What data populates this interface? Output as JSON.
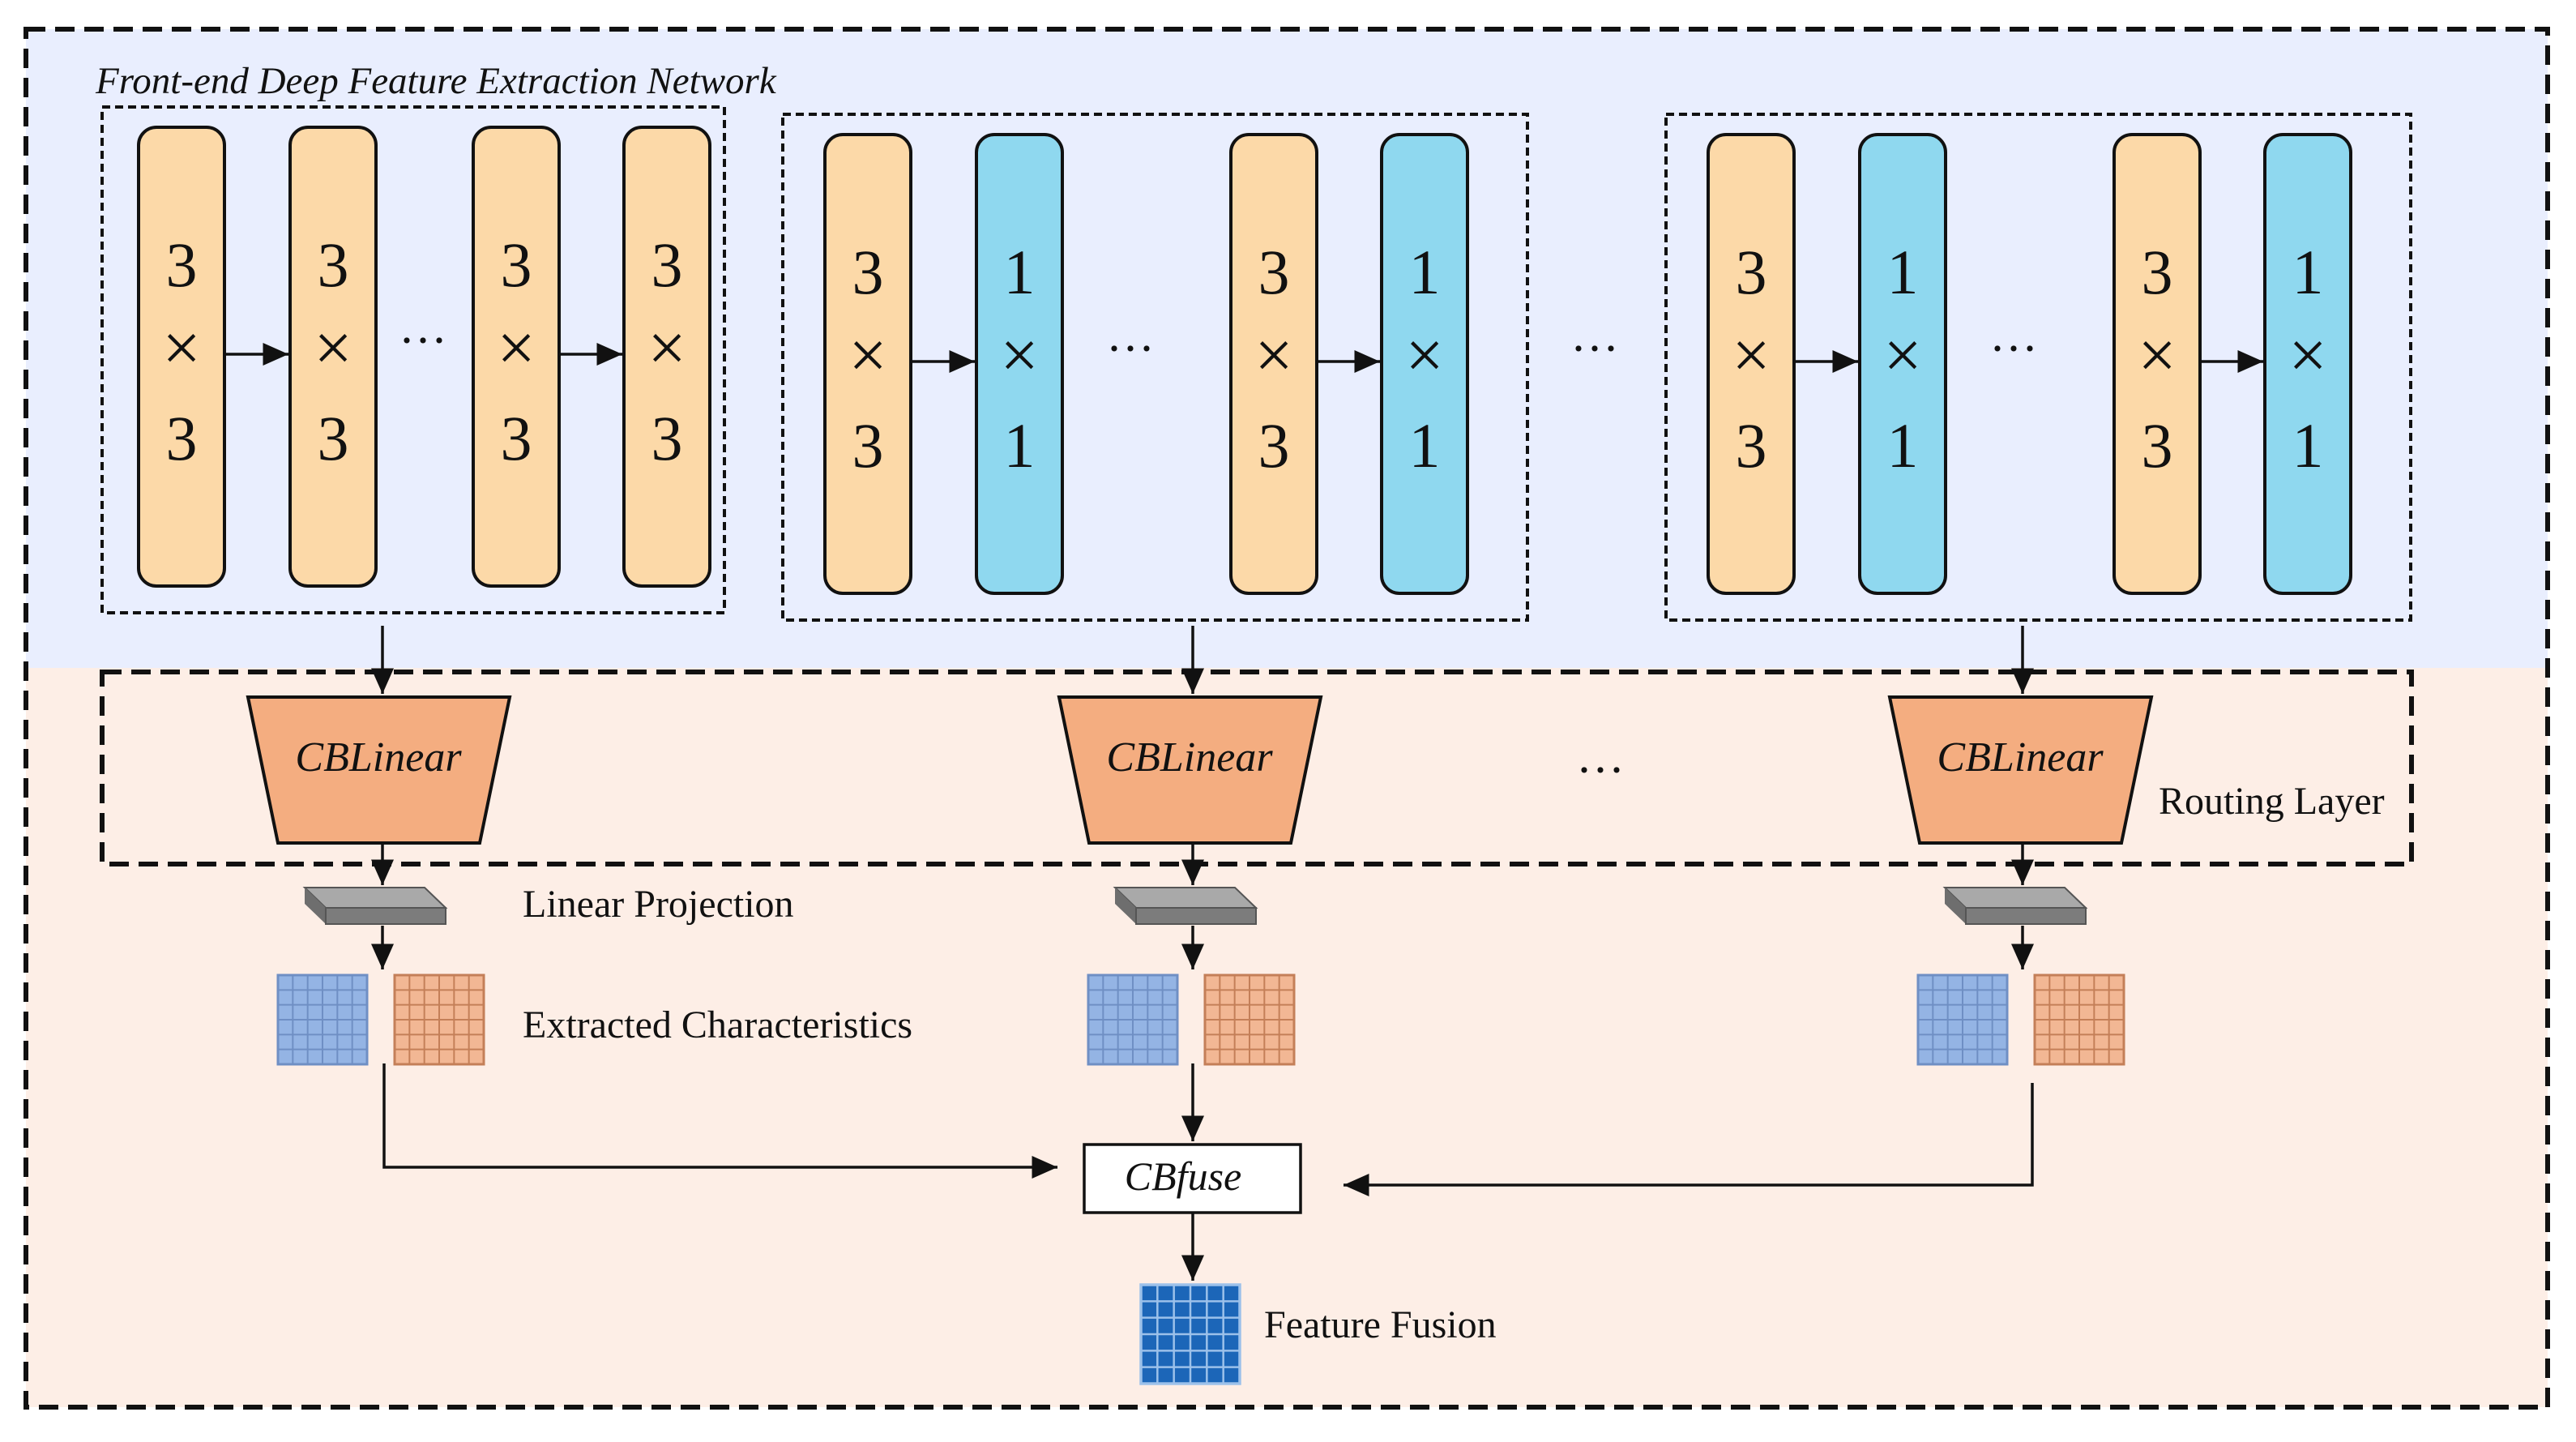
{
  "title": "Front-end Deep Feature Extraction Network",
  "stages": [
    {
      "blocks": [
        {
          "top": "3",
          "bottom": "3",
          "type": "conv3"
        },
        {
          "top": "3",
          "bottom": "3",
          "type": "conv3"
        },
        {
          "top": "3",
          "bottom": "3",
          "type": "conv3"
        },
        {
          "top": "3",
          "bottom": "3",
          "type": "conv3"
        }
      ]
    },
    {
      "blocks": [
        {
          "top": "3",
          "bottom": "3",
          "type": "conv3"
        },
        {
          "top": "1",
          "bottom": "1",
          "type": "conv1"
        },
        {
          "top": "3",
          "bottom": "3",
          "type": "conv3"
        },
        {
          "top": "1",
          "bottom": "1",
          "type": "conv1"
        }
      ]
    },
    {
      "blocks": [
        {
          "top": "3",
          "bottom": "3",
          "type": "conv3"
        },
        {
          "top": "1",
          "bottom": "1",
          "type": "conv1"
        },
        {
          "top": "3",
          "bottom": "3",
          "type": "conv3"
        },
        {
          "top": "1",
          "bottom": "1",
          "type": "conv1"
        }
      ]
    }
  ],
  "times_symbol": "×",
  "ellipsis": "···",
  "cblinear_label": "CBLinear",
  "routing_layer_label": "Routing Layer",
  "linear_projection_label": "Linear Projection",
  "extracted_characteristics_label": "Extracted Characteristics",
  "cbfuse_label": "CBfuse",
  "feature_fusion_label": "Feature Fusion",
  "colors": {
    "top_panel": "#e9eefe",
    "bottom_panel": "#fdeee6",
    "conv3": "#fcd9a8",
    "conv1": "#8fd8ef",
    "cblinear": "#f4ad80",
    "grid_blue": "#94b4e4",
    "grid_orange": "#f2b794",
    "fusion": "#1c66b8",
    "slab": "#8a8a8a"
  }
}
